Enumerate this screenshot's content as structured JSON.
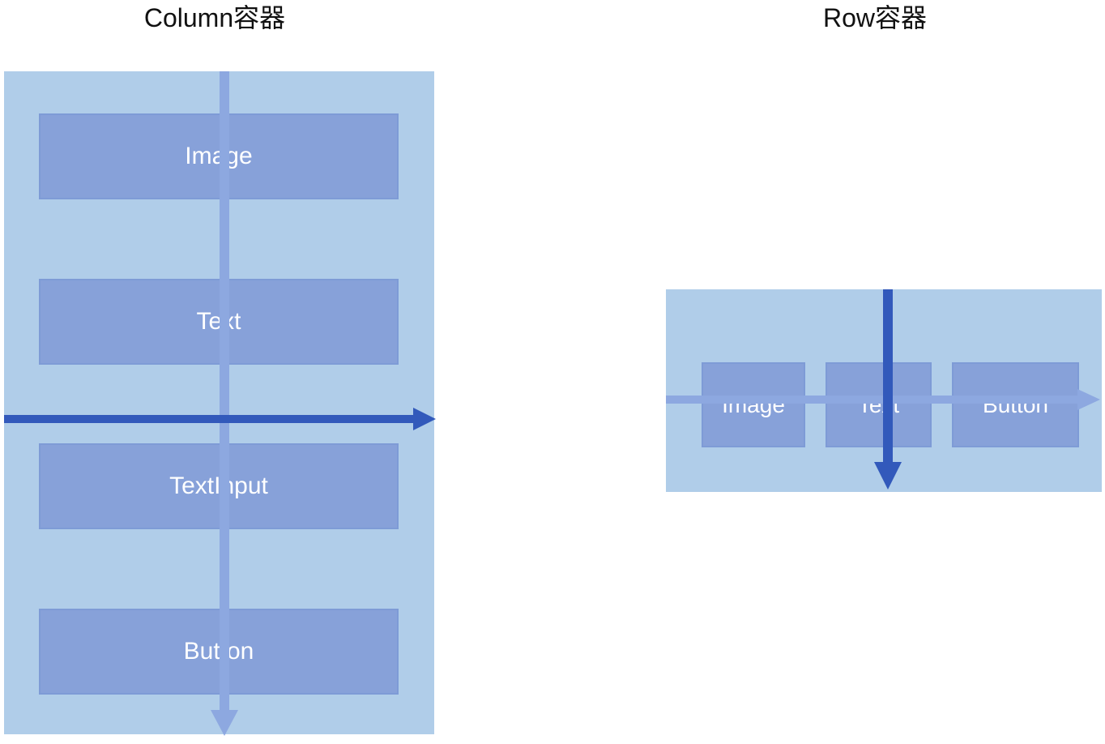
{
  "column_panel": {
    "title": "Column容器",
    "items": [
      "Image",
      "Text",
      "TextInput",
      "Button"
    ]
  },
  "row_panel": {
    "title": "Row容器",
    "items": [
      "Image",
      "Text",
      "Button"
    ]
  },
  "colors": {
    "container": "#b0cde9",
    "item": "#87a1d9",
    "item_border": "#7e9bd6",
    "main_axis_arrow": "#8da8e0",
    "cross_axis_arrow": "#3259bb"
  }
}
